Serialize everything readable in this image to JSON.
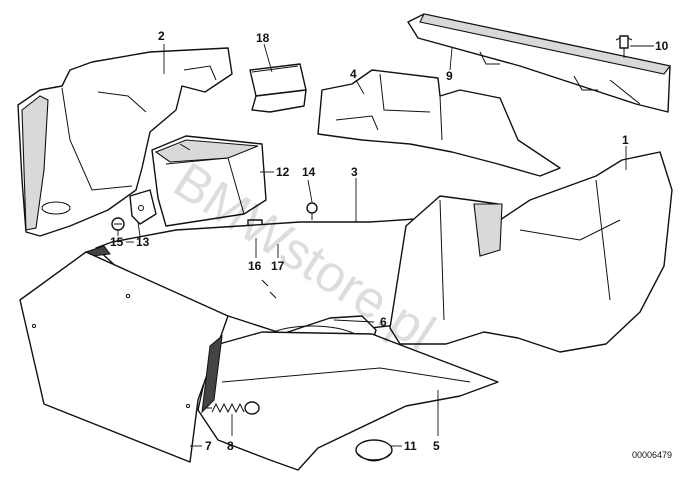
{
  "callouts": {
    "c1": "1",
    "c2": "2",
    "c3": "3",
    "c4": "4",
    "c5": "5",
    "c6": "6",
    "c7": "7",
    "c8": "8",
    "c9": "9",
    "c10": "10",
    "c11": "11",
    "c12": "12",
    "c13": "13",
    "c14": "14",
    "c15": "15",
    "c16": "16",
    "c17": "17",
    "c18": "18"
  },
  "document_number": "00006479",
  "watermark": "BMWstore.pl"
}
